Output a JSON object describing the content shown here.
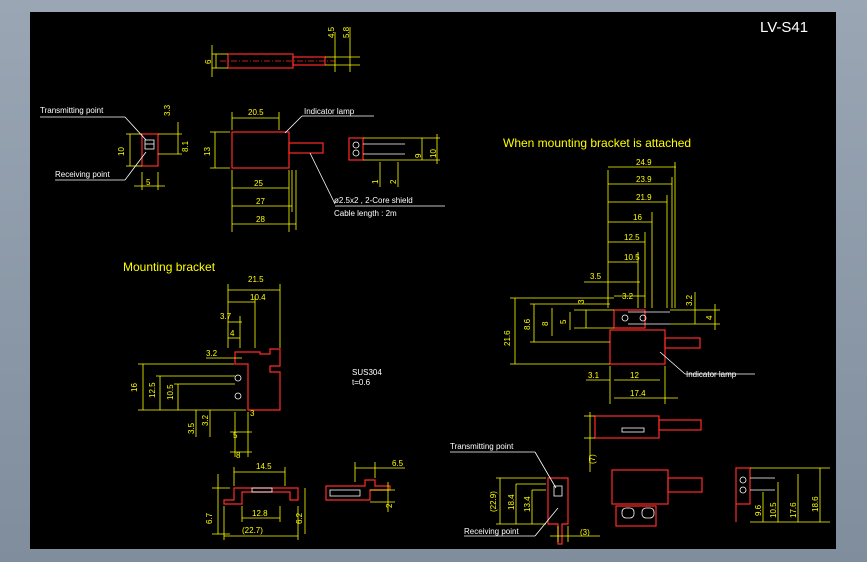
{
  "title": "LV-S41",
  "labels": {
    "transmitting_point": "Transmitting point",
    "receiving_point": "Receiving point",
    "indicator_lamp": "Indicator lamp",
    "cable_spec": "ø2.5x2 , 2-Core shield",
    "cable_length": "Cable length : 2m",
    "mounting_bracket": "Mounting bracket",
    "material": "SUS304",
    "thickness": "t=0.6",
    "bracket_attached": "When mounting bracket is attached"
  },
  "dims": {
    "top": [
      "4.5",
      "5.8",
      "6"
    ],
    "side": [
      "3.3",
      "10",
      "8.1",
      "5"
    ],
    "front": [
      "20.5",
      "13",
      "25",
      "27",
      "28"
    ],
    "rear": [
      "9",
      "10",
      "1",
      "2"
    ],
    "bracket": [
      "21.5",
      "10.4",
      "3.7",
      "4",
      "3.2",
      "16",
      "12.5",
      "10.5",
      "3.5",
      "3.2",
      "3",
      "5",
      "8"
    ],
    "bracket_bottom": [
      "14.5",
      "6.7",
      "12.8",
      "(22.7)",
      "6.2",
      "6.5",
      "2"
    ],
    "attached": [
      "24.9",
      "23.9",
      "21.9",
      "16",
      "12.5",
      "10.5",
      "3.5",
      "3.2",
      "3",
      "3.2",
      "21.6",
      "8.6",
      "8",
      "5",
      "4",
      "3.1",
      "12",
      "17.4"
    ],
    "attached_bottom": [
      "(7)",
      "(22.9)",
      "18.4",
      "13.4",
      "(3)",
      "9.6",
      "10.5",
      "17.6",
      "18.6"
    ]
  }
}
